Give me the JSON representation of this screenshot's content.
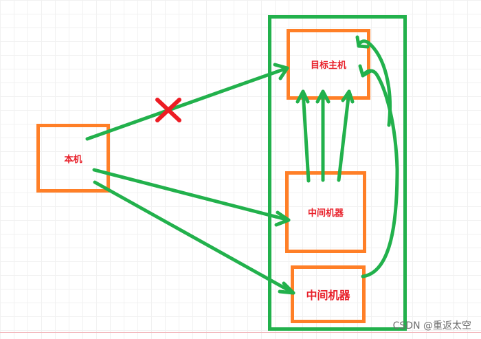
{
  "nodes": {
    "local": "本机",
    "target": "目标主机",
    "middle1": "中间机器",
    "middle2": "中间机器"
  },
  "watermark": "CSDN @重返太空",
  "colors": {
    "node_border": "#ff7f27",
    "arrow": "#22b14c",
    "label_text": "#e8202a",
    "blocked_mark": "#ed1c24"
  },
  "icons": {
    "blocked": "cross-icon"
  }
}
